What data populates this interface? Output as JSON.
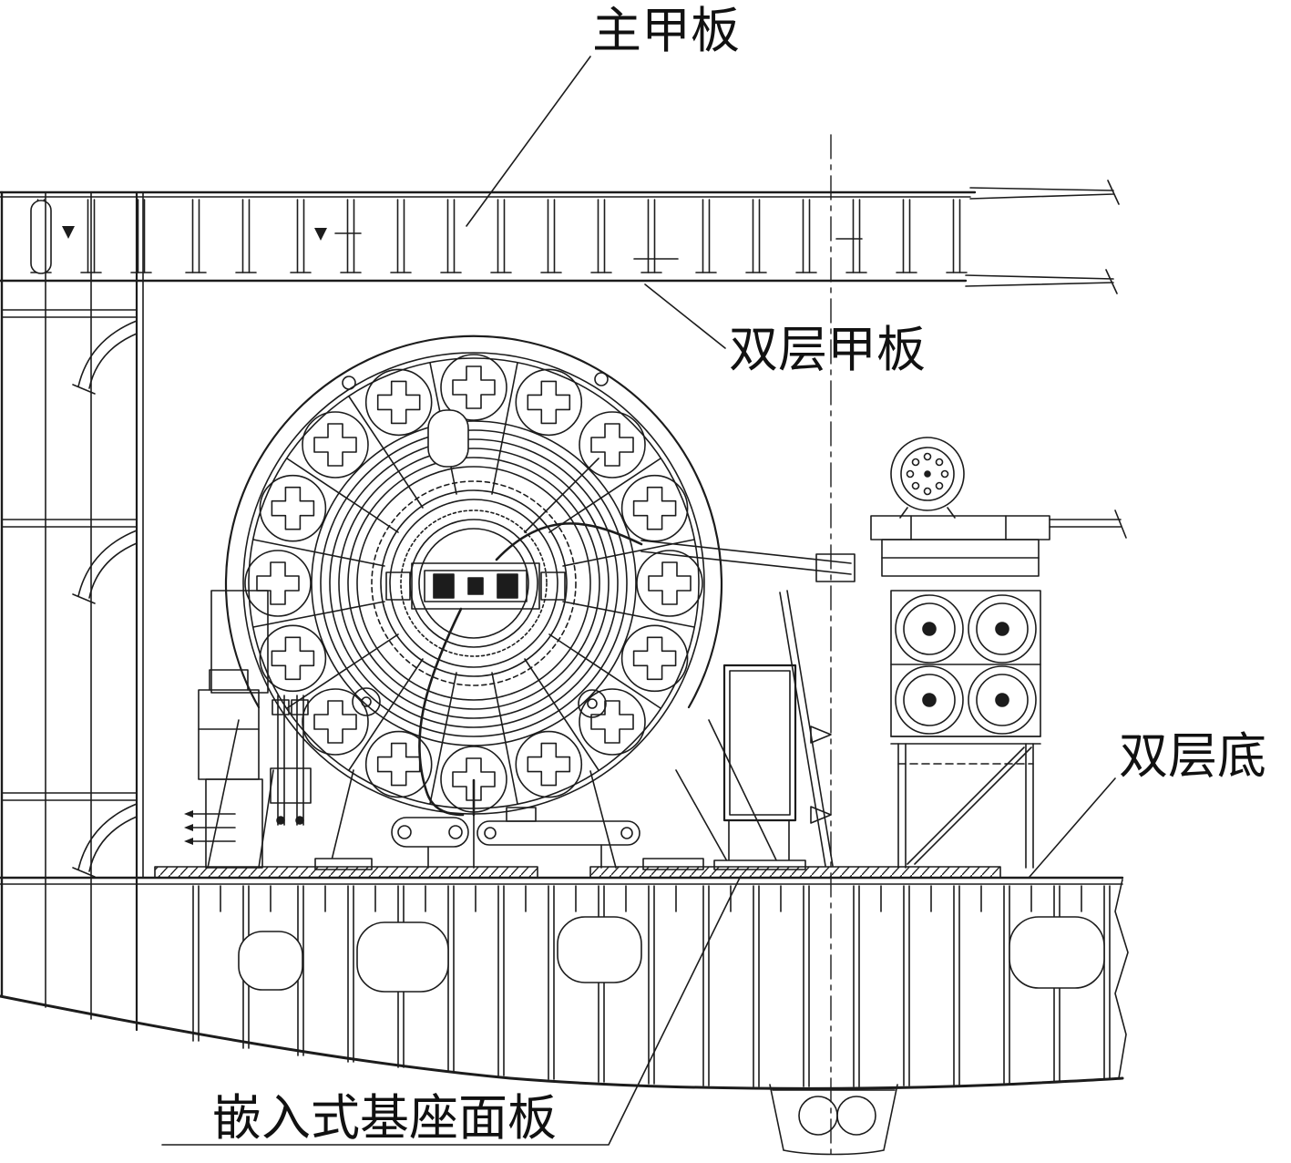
{
  "drawing": {
    "kind": "ship structural cross-section line drawing with winch foundation",
    "labels": {
      "main_deck": "主甲板",
      "double_deck": "双层甲板",
      "double_bottom": "双层底",
      "embedded_base_panel": "嵌入式基座面板"
    },
    "colors": {
      "ink": "#1c1c1c",
      "background": "#ffffff"
    }
  }
}
